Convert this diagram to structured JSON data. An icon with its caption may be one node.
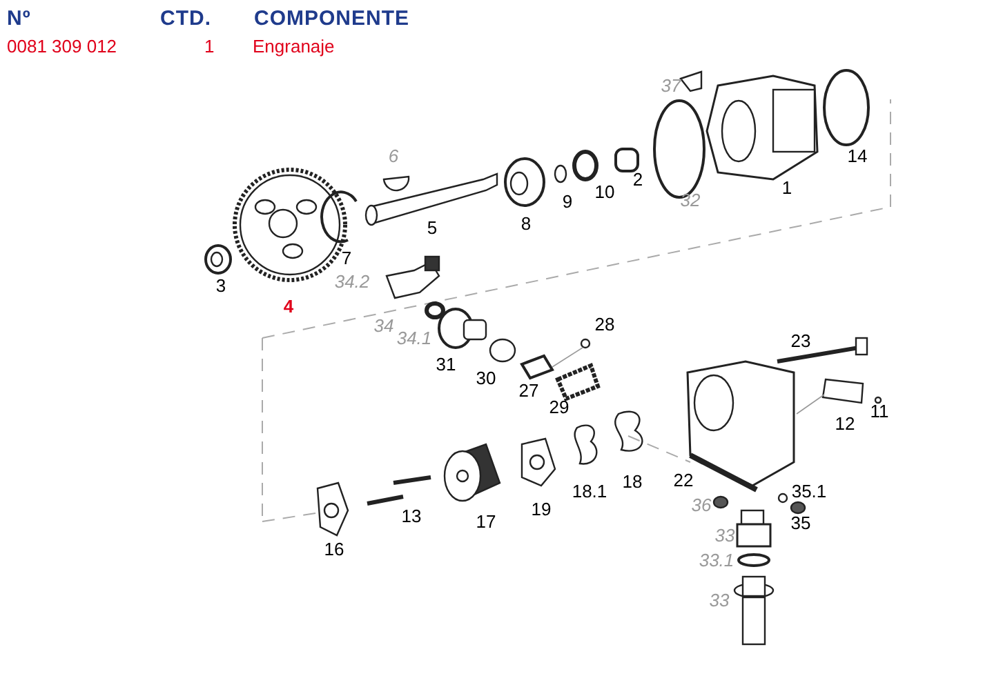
{
  "diagram": {
    "labels": [
      "Nº",
      "CTD.",
      "COMPONENTE",
      "0081 309 012",
      "1",
      "Engranaje",
      "37",
      "14",
      "6",
      "1",
      "2",
      "32",
      "10",
      "9",
      "8",
      "5",
      "7",
      "34.2",
      "3",
      "4",
      "28",
      "34",
      "34.1",
      "23",
      "31",
      "30",
      "27",
      "29",
      "11",
      "12",
      "22",
      "18",
      "18.1",
      "35.1",
      "36",
      "19",
      "13",
      "17",
      "35",
      "33",
      "16",
      "33.1",
      "33"
    ]
  }
}
